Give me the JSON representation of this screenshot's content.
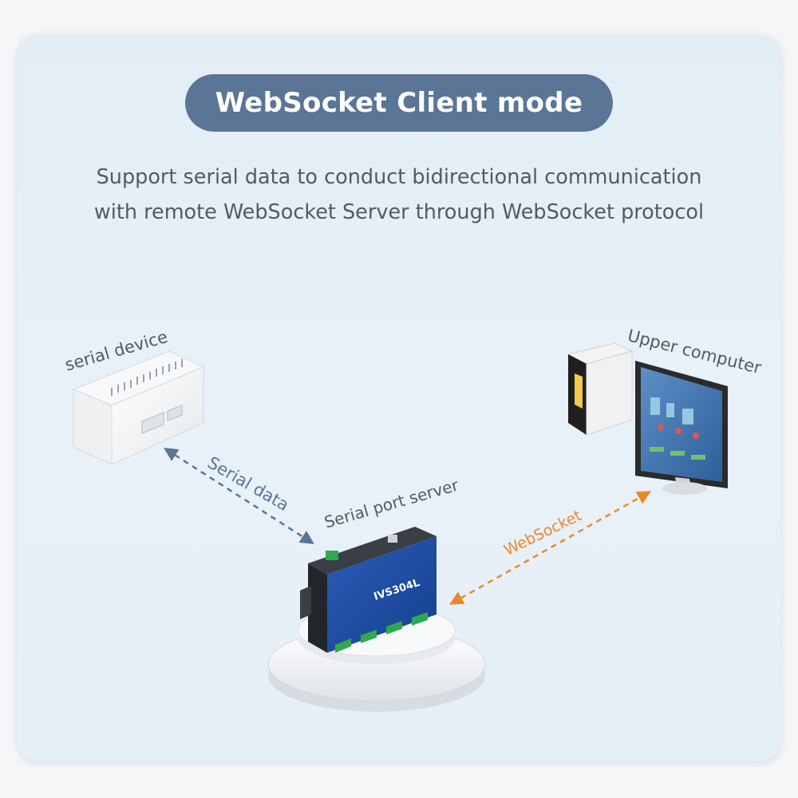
{
  "header": {
    "title": "WebSocket Client mode",
    "subtitle_line1": "Support serial data to conduct bidirectional communication",
    "subtitle_line2": "with remote WebSocket Server through WebSocket protocol"
  },
  "diagram": {
    "serial_device_label": "serial device",
    "upper_computer_label": "Upper computer",
    "serial_port_server_label": "Serial port server",
    "serial_data_label": "Serial data",
    "websocket_label": "WebSocket",
    "device_model": "IVS304L"
  },
  "colors": {
    "title_bg": "#5a7595",
    "serial_link": "#5a7595",
    "websocket_link": "#e88a2c",
    "label_text": "#555a60"
  }
}
